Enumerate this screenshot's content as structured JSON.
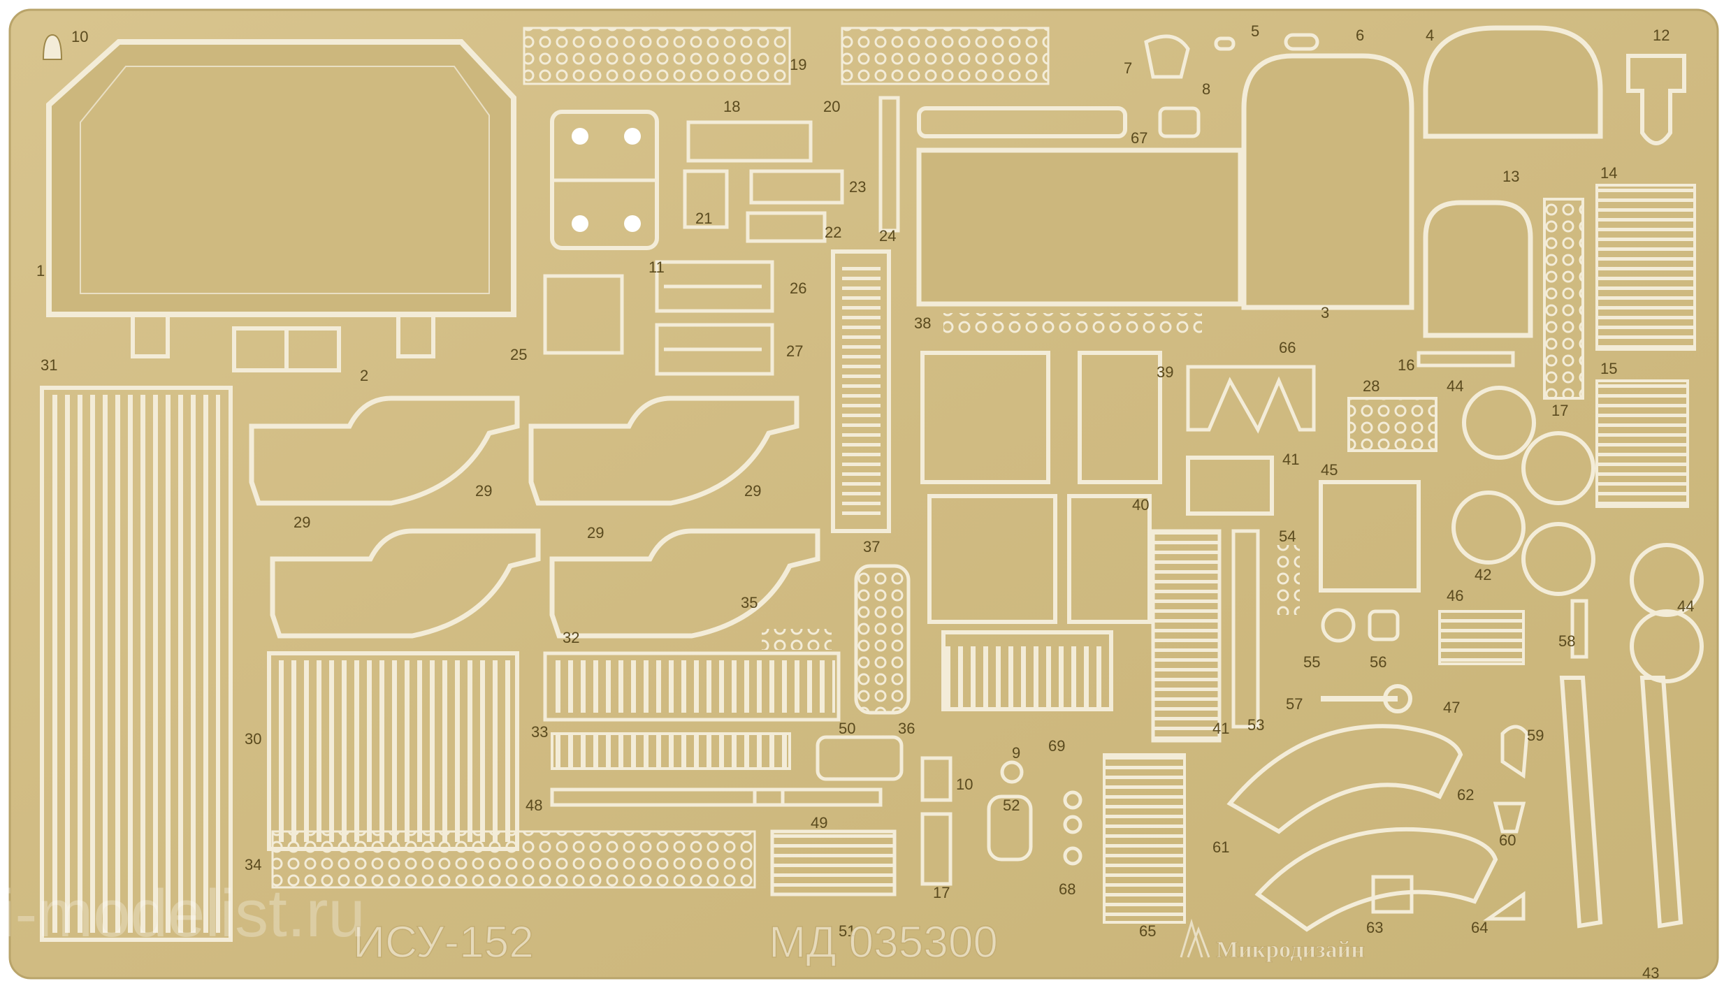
{
  "sheet": {
    "colors": {
      "brass": "#d4c089",
      "brass_dark": "#b8a266",
      "etched": "#f3ecd8",
      "outline": "#9c8648",
      "background": "#ffffff"
    },
    "designation": "ИСУ-152",
    "catalog_code": "МД 035300",
    "manufacturer": "Микродизайн",
    "watermark": "i-modelist.ru"
  },
  "part_numbers": [
    {
      "id": "p1",
      "label": "1"
    },
    {
      "id": "p2",
      "label": "2"
    },
    {
      "id": "p3",
      "label": "3"
    },
    {
      "id": "p4",
      "label": "4"
    },
    {
      "id": "p5",
      "label": "5"
    },
    {
      "id": "p6",
      "label": "6"
    },
    {
      "id": "p7",
      "label": "7"
    },
    {
      "id": "p8",
      "label": "8"
    },
    {
      "id": "p9",
      "label": "9"
    },
    {
      "id": "p10a",
      "label": "10"
    },
    {
      "id": "p10b",
      "label": "10"
    },
    {
      "id": "p11",
      "label": "11"
    },
    {
      "id": "p12",
      "label": "12"
    },
    {
      "id": "p13",
      "label": "13"
    },
    {
      "id": "p14",
      "label": "14"
    },
    {
      "id": "p15",
      "label": "15"
    },
    {
      "id": "p16",
      "label": "16"
    },
    {
      "id": "p17a",
      "label": "17"
    },
    {
      "id": "p17b",
      "label": "17"
    },
    {
      "id": "p18",
      "label": "18"
    },
    {
      "id": "p19",
      "label": "19"
    },
    {
      "id": "p20",
      "label": "20"
    },
    {
      "id": "p21",
      "label": "21"
    },
    {
      "id": "p22",
      "label": "22"
    },
    {
      "id": "p23",
      "label": "23"
    },
    {
      "id": "p24",
      "label": "24"
    },
    {
      "id": "p25",
      "label": "25"
    },
    {
      "id": "p26",
      "label": "26"
    },
    {
      "id": "p27",
      "label": "27"
    },
    {
      "id": "p28",
      "label": "28"
    },
    {
      "id": "p29a",
      "label": "29"
    },
    {
      "id": "p29b",
      "label": "29"
    },
    {
      "id": "p29c",
      "label": "29"
    },
    {
      "id": "p29d",
      "label": "29"
    },
    {
      "id": "p30",
      "label": "30"
    },
    {
      "id": "p31",
      "label": "31"
    },
    {
      "id": "p32",
      "label": "32"
    },
    {
      "id": "p33",
      "label": "33"
    },
    {
      "id": "p34",
      "label": "34"
    },
    {
      "id": "p35",
      "label": "35"
    },
    {
      "id": "p36",
      "label": "36"
    },
    {
      "id": "p37",
      "label": "37"
    },
    {
      "id": "p38",
      "label": "38"
    },
    {
      "id": "p39",
      "label": "39"
    },
    {
      "id": "p40",
      "label": "40"
    },
    {
      "id": "p41a",
      "label": "41"
    },
    {
      "id": "p41b",
      "label": "41"
    },
    {
      "id": "p42",
      "label": "42"
    },
    {
      "id": "p43",
      "label": "43"
    },
    {
      "id": "p44a",
      "label": "44"
    },
    {
      "id": "p44b",
      "label": "44"
    },
    {
      "id": "p45",
      "label": "45"
    },
    {
      "id": "p46",
      "label": "46"
    },
    {
      "id": "p47",
      "label": "47"
    },
    {
      "id": "p48",
      "label": "48"
    },
    {
      "id": "p49",
      "label": "49"
    },
    {
      "id": "p50",
      "label": "50"
    },
    {
      "id": "p51",
      "label": "51"
    },
    {
      "id": "p52",
      "label": "52"
    },
    {
      "id": "p53",
      "label": "53"
    },
    {
      "id": "p54",
      "label": "54"
    },
    {
      "id": "p55",
      "label": "55"
    },
    {
      "id": "p56",
      "label": "56"
    },
    {
      "id": "p57",
      "label": "57"
    },
    {
      "id": "p58",
      "label": "58"
    },
    {
      "id": "p59",
      "label": "59"
    },
    {
      "id": "p60",
      "label": "60"
    },
    {
      "id": "p61",
      "label": "61"
    },
    {
      "id": "p62",
      "label": "62"
    },
    {
      "id": "p63",
      "label": "63"
    },
    {
      "id": "p64",
      "label": "64"
    },
    {
      "id": "p65",
      "label": "65"
    },
    {
      "id": "p66",
      "label": "66"
    },
    {
      "id": "p67",
      "label": "67"
    },
    {
      "id": "p68",
      "label": "68"
    },
    {
      "id": "p69",
      "label": "69"
    }
  ]
}
